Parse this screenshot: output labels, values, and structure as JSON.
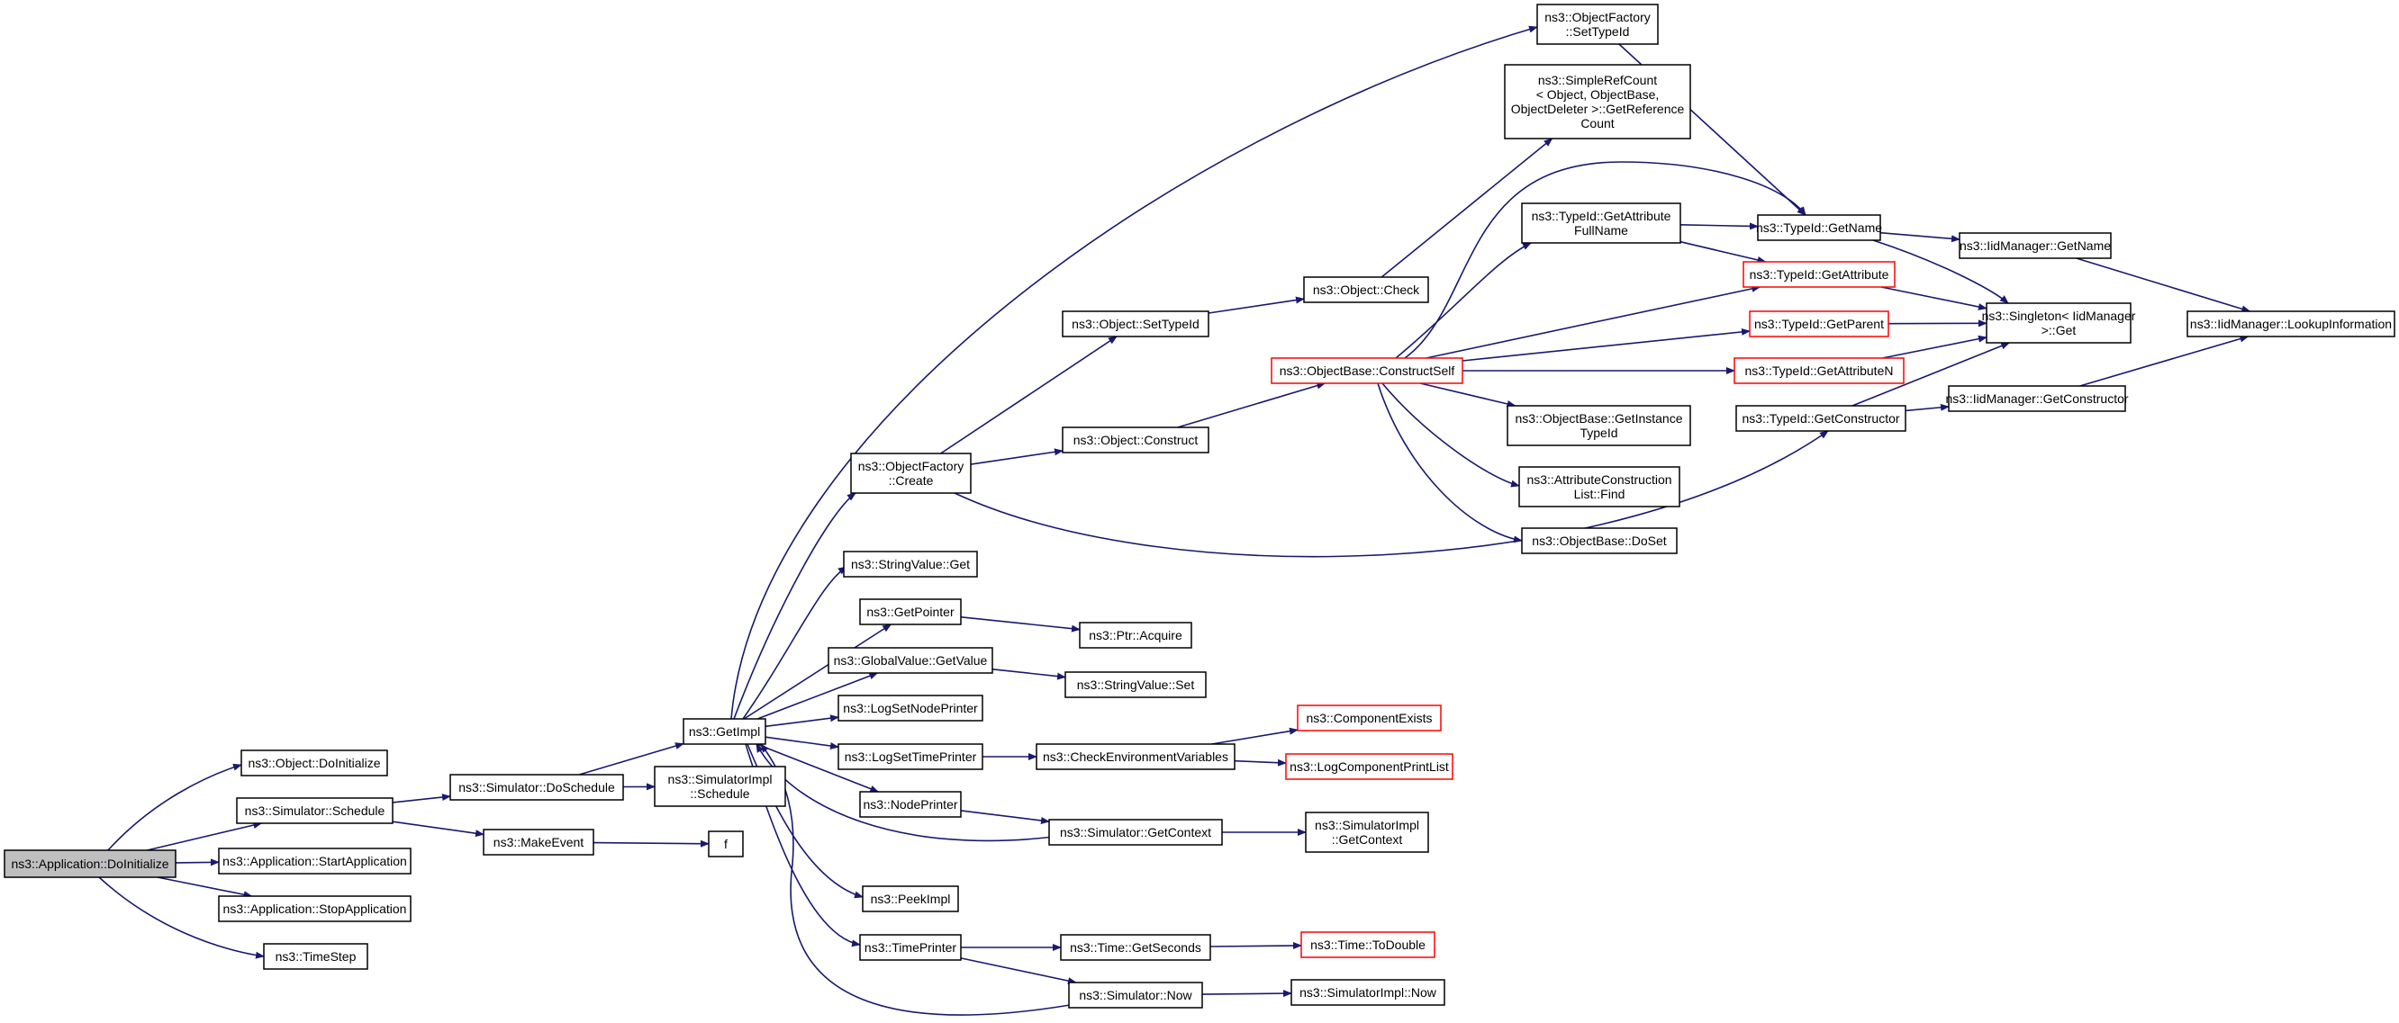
{
  "diagram": {
    "colors": {
      "edge": "#191970",
      "node_border": "#000000",
      "link_border": "#ff0000",
      "root_fill": "#bfbfbf",
      "node_fill": "#ffffff"
    },
    "nodes": [
      {
        "id": "root",
        "lines": [
          "ns3::Application::DoInitialize"
        ],
        "kind": "root"
      },
      {
        "id": "obj_doinit",
        "lines": [
          "ns3::Object::DoInitialize"
        ],
        "kind": "normal"
      },
      {
        "id": "sim_schedule",
        "lines": [
          "ns3::Simulator::Schedule"
        ],
        "kind": "normal"
      },
      {
        "id": "app_start",
        "lines": [
          "ns3::Application::StartApplication"
        ],
        "kind": "normal"
      },
      {
        "id": "app_stop",
        "lines": [
          "ns3::Application::StopApplication"
        ],
        "kind": "normal"
      },
      {
        "id": "timestep",
        "lines": [
          "ns3::TimeStep"
        ],
        "kind": "normal"
      },
      {
        "id": "sim_doschedule",
        "lines": [
          "ns3::Simulator::DoSchedule"
        ],
        "kind": "normal"
      },
      {
        "id": "makeevent",
        "lines": [
          "ns3::MakeEvent"
        ],
        "kind": "normal"
      },
      {
        "id": "f",
        "lines": [
          "f"
        ],
        "kind": "normal"
      },
      {
        "id": "getimpl",
        "lines": [
          "ns3::GetImpl"
        ],
        "kind": "normal"
      },
      {
        "id": "simimpl_schedule",
        "lines": [
          "ns3::SimulatorImpl",
          "::Schedule"
        ],
        "kind": "normal"
      },
      {
        "id": "objfactory_create",
        "lines": [
          "ns3::ObjectFactory",
          "::Create"
        ],
        "kind": "normal"
      },
      {
        "id": "stringvalue_get",
        "lines": [
          "ns3::StringValue::Get"
        ],
        "kind": "normal"
      },
      {
        "id": "getpointer",
        "lines": [
          "ns3::GetPointer"
        ],
        "kind": "normal"
      },
      {
        "id": "globalvalue_getvalue",
        "lines": [
          "ns3::GlobalValue::GetValue"
        ],
        "kind": "normal"
      },
      {
        "id": "logsetnodeprinter",
        "lines": [
          "ns3::LogSetNodePrinter"
        ],
        "kind": "normal"
      },
      {
        "id": "logsettimeprinter",
        "lines": [
          "ns3::LogSetTimePrinter"
        ],
        "kind": "normal"
      },
      {
        "id": "nodeprinter",
        "lines": [
          "ns3::NodePrinter"
        ],
        "kind": "normal"
      },
      {
        "id": "peekimpl",
        "lines": [
          "ns3::PeekImpl"
        ],
        "kind": "normal"
      },
      {
        "id": "timeprinter",
        "lines": [
          "ns3::TimePrinter"
        ],
        "kind": "normal"
      },
      {
        "id": "object_settypeid",
        "lines": [
          "ns3::Object::SetTypeId"
        ],
        "kind": "normal"
      },
      {
        "id": "object_construct",
        "lines": [
          "ns3::Object::Construct"
        ],
        "kind": "normal"
      },
      {
        "id": "ptr_acquire",
        "lines": [
          "ns3::Ptr::Acquire"
        ],
        "kind": "normal"
      },
      {
        "id": "stringvalue_set",
        "lines": [
          "ns3::StringValue::Set"
        ],
        "kind": "normal"
      },
      {
        "id": "checkenv",
        "lines": [
          "ns3::CheckEnvironmentVariables"
        ],
        "kind": "normal"
      },
      {
        "id": "sim_getcontext",
        "lines": [
          "ns3::Simulator::GetContext"
        ],
        "kind": "normal"
      },
      {
        "id": "time_getseconds",
        "lines": [
          "ns3::Time::GetSeconds"
        ],
        "kind": "normal"
      },
      {
        "id": "sim_now",
        "lines": [
          "ns3::Simulator::Now"
        ],
        "kind": "normal"
      },
      {
        "id": "objfactory_settypeid",
        "lines": [
          "ns3::ObjectFactory",
          "::SetTypeId"
        ],
        "kind": "normal"
      },
      {
        "id": "simplerefcount",
        "lines": [
          "ns3::SimpleRefCount",
          "< Object, ObjectBase,",
          "ObjectDeleter >::GetReference",
          "Count"
        ],
        "kind": "normal"
      },
      {
        "id": "object_check",
        "lines": [
          "ns3::Object::Check"
        ],
        "kind": "normal"
      },
      {
        "id": "objectbase_constructself",
        "lines": [
          "ns3::ObjectBase::ConstructSelf"
        ],
        "kind": "link"
      },
      {
        "id": "componentexists",
        "lines": [
          "ns3::ComponentExists"
        ],
        "kind": "link"
      },
      {
        "id": "logcomponentprintlist",
        "lines": [
          "ns3::LogComponentPrintList"
        ],
        "kind": "link"
      },
      {
        "id": "simimpl_getcontext",
        "lines": [
          "ns3::SimulatorImpl",
          "::GetContext"
        ],
        "kind": "normal"
      },
      {
        "id": "time_todouble",
        "lines": [
          "ns3::Time::ToDouble"
        ],
        "kind": "link"
      },
      {
        "id": "simimpl_now",
        "lines": [
          "ns3::SimulatorImpl::Now"
        ],
        "kind": "normal"
      },
      {
        "id": "typeid_getattrfullname",
        "lines": [
          "ns3::TypeId::GetAttribute",
          "FullName"
        ],
        "kind": "normal"
      },
      {
        "id": "typeid_getattribute",
        "lines": [
          "ns3::TypeId::GetAttribute"
        ],
        "kind": "link"
      },
      {
        "id": "typeid_getparent",
        "lines": [
          "ns3::TypeId::GetParent"
        ],
        "kind": "link"
      },
      {
        "id": "typeid_getattributen",
        "lines": [
          "ns3::TypeId::GetAttributeN"
        ],
        "kind": "link"
      },
      {
        "id": "objectbase_getinstancetypeid",
        "lines": [
          "ns3::ObjectBase::GetInstance",
          "TypeId"
        ],
        "kind": "normal"
      },
      {
        "id": "attrconstructionlist_find",
        "lines": [
          "ns3::AttributeConstruction",
          "List::Find"
        ],
        "kind": "normal"
      },
      {
        "id": "objectbase_doset",
        "lines": [
          "ns3::ObjectBase::DoSet"
        ],
        "kind": "normal"
      },
      {
        "id": "typeid_getname",
        "lines": [
          "ns3::TypeId::GetName"
        ],
        "kind": "normal"
      },
      {
        "id": "typeid_getconstructor",
        "lines": [
          "ns3::TypeId::GetConstructor"
        ],
        "kind": "normal"
      },
      {
        "id": "singleton_get",
        "lines": [
          "ns3::Singleton< IidManager",
          ">::Get"
        ],
        "kind": "normal"
      },
      {
        "id": "iidmanager_getname",
        "lines": [
          "ns3::IidManager::GetName"
        ],
        "kind": "normal"
      },
      {
        "id": "iidmanager_getconstructor",
        "lines": [
          "ns3::IidManager::GetConstructor"
        ],
        "kind": "normal"
      },
      {
        "id": "iidmanager_lookupinformation",
        "lines": [
          "ns3::IidManager::LookupInformation"
        ],
        "kind": "normal"
      }
    ],
    "edges": [
      [
        "root",
        "obj_doinit"
      ],
      [
        "root",
        "sim_schedule"
      ],
      [
        "root",
        "app_start"
      ],
      [
        "root",
        "app_stop"
      ],
      [
        "root",
        "timestep"
      ],
      [
        "sim_schedule",
        "sim_doschedule"
      ],
      [
        "sim_schedule",
        "makeevent"
      ],
      [
        "makeevent",
        "f"
      ],
      [
        "sim_doschedule",
        "getimpl"
      ],
      [
        "sim_doschedule",
        "simimpl_schedule"
      ],
      [
        "getimpl",
        "objfactory_settypeid"
      ],
      [
        "getimpl",
        "objfactory_create"
      ],
      [
        "getimpl",
        "stringvalue_get"
      ],
      [
        "getimpl",
        "getpointer"
      ],
      [
        "getimpl",
        "globalvalue_getvalue"
      ],
      [
        "getimpl",
        "logsetnodeprinter"
      ],
      [
        "getimpl",
        "logsettimeprinter"
      ],
      [
        "getimpl",
        "nodeprinter"
      ],
      [
        "getimpl",
        "peekimpl"
      ],
      [
        "getimpl",
        "timeprinter"
      ],
      [
        "objfactory_create",
        "object_settypeid"
      ],
      [
        "objfactory_create",
        "object_construct"
      ],
      [
        "objfactory_create",
        "typeid_getconstructor"
      ],
      [
        "object_settypeid",
        "object_check"
      ],
      [
        "object_check",
        "simplerefcount"
      ],
      [
        "object_construct",
        "objectbase_constructself"
      ],
      [
        "objectbase_constructself",
        "typeid_getname"
      ],
      [
        "objectbase_constructself",
        "typeid_getattrfullname"
      ],
      [
        "objectbase_constructself",
        "typeid_getattribute"
      ],
      [
        "objectbase_constructself",
        "typeid_getparent"
      ],
      [
        "objectbase_constructself",
        "typeid_getattributen"
      ],
      [
        "objectbase_constructself",
        "objectbase_getinstancetypeid"
      ],
      [
        "objectbase_constructself",
        "attrconstructionlist_find"
      ],
      [
        "objectbase_constructself",
        "objectbase_doset"
      ],
      [
        "typeid_getattrfullname",
        "typeid_getname"
      ],
      [
        "typeid_getattrfullname",
        "typeid_getattribute"
      ],
      [
        "objfactory_settypeid",
        "typeid_getname"
      ],
      [
        "typeid_getname",
        "iidmanager_getname"
      ],
      [
        "typeid_getname",
        "singleton_get"
      ],
      [
        "typeid_getattribute",
        "singleton_get"
      ],
      [
        "typeid_getparent",
        "singleton_get"
      ],
      [
        "typeid_getattributen",
        "singleton_get"
      ],
      [
        "typeid_getconstructor",
        "singleton_get"
      ],
      [
        "typeid_getconstructor",
        "iidmanager_getconstructor"
      ],
      [
        "iidmanager_getname",
        "iidmanager_lookupinformation"
      ],
      [
        "iidmanager_getconstructor",
        "iidmanager_lookupinformation"
      ],
      [
        "getpointer",
        "ptr_acquire"
      ],
      [
        "globalvalue_getvalue",
        "stringvalue_set"
      ],
      [
        "logsettimeprinter",
        "checkenv"
      ],
      [
        "checkenv",
        "componentexists"
      ],
      [
        "checkenv",
        "logcomponentprintlist"
      ],
      [
        "nodeprinter",
        "sim_getcontext"
      ],
      [
        "sim_getcontext",
        "getimpl"
      ],
      [
        "sim_getcontext",
        "simimpl_getcontext"
      ],
      [
        "timeprinter",
        "time_getseconds"
      ],
      [
        "timeprinter",
        "sim_now"
      ],
      [
        "time_getseconds",
        "time_todouble"
      ],
      [
        "sim_now",
        "getimpl"
      ],
      [
        "sim_now",
        "simimpl_now"
      ]
    ]
  }
}
